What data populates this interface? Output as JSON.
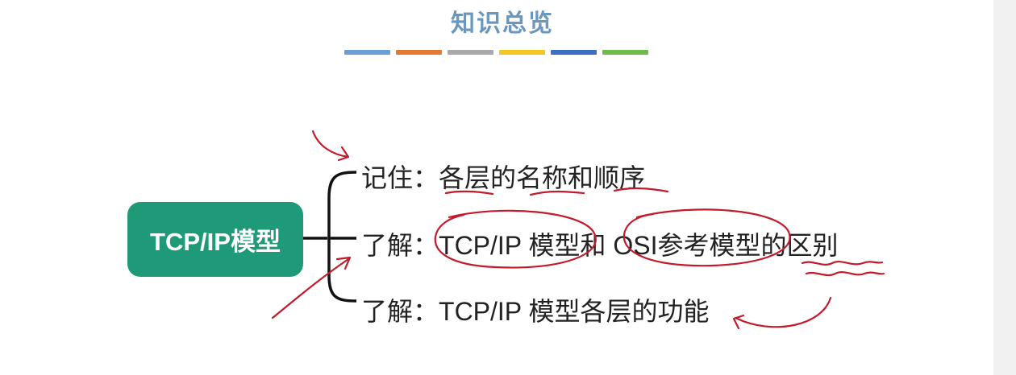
{
  "slide": {
    "title": "知识总览",
    "color_bars": [
      "#6a9fd6",
      "#e37a32",
      "#a9a9a9",
      "#f3c623",
      "#3c6fc2",
      "#6dbb4a"
    ],
    "annotation_color": "#c21b2a"
  },
  "mindmap": {
    "root": "TCP/IP模型",
    "items": [
      {
        "prefix": "记住：",
        "content": "各层的名称和顺序"
      },
      {
        "prefix": "了解：",
        "content": "TCP/IP 模型和 OSI参考模型的区别"
      },
      {
        "prefix": "了解：",
        "content": "TCP/IP 模型各层的功能"
      }
    ]
  }
}
